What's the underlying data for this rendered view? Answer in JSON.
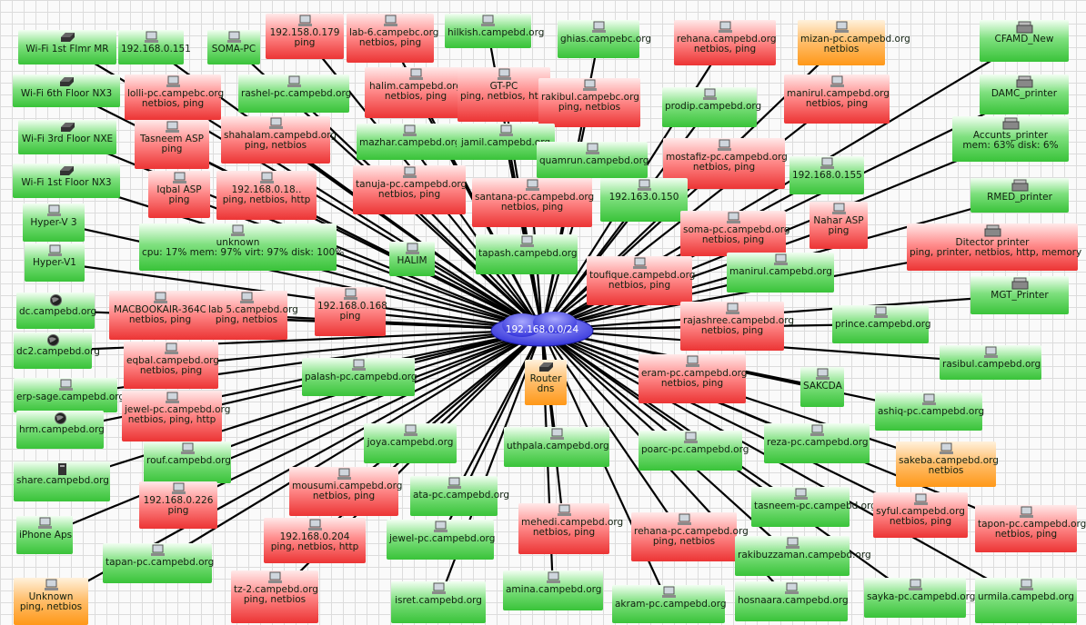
{
  "center": {
    "label": "192.168.0.0/24"
  },
  "nodes": [
    {
      "l1": "Wi-Fi 1st Flmr MR",
      "l2": "",
      "s": "g",
      "icon": "router-icon"
    },
    {
      "l1": "192.168.0.151",
      "l2": "",
      "s": "g",
      "icon": "computer-icon"
    },
    {
      "l1": "SOMA-PC",
      "l2": "",
      "s": "g",
      "icon": "computer-icon"
    },
    {
      "l1": "192.158.0.179",
      "l2": "ping",
      "s": "r",
      "icon": "computer-icon"
    },
    {
      "l1": "lab-6.campebc.org",
      "l2": "netbios, ping",
      "s": "r",
      "icon": "computer-icon"
    },
    {
      "l1": "hilkish.campebd.org",
      "l2": "",
      "s": "g",
      "icon": "computer-icon"
    },
    {
      "l1": "ghias.campebc.org",
      "l2": "",
      "s": "g",
      "icon": "computer-icon"
    },
    {
      "l1": "rehana.campebd.org",
      "l2": "netbios, ping",
      "s": "r",
      "icon": "computer-icon"
    },
    {
      "l1": "mizan-pc.campebd.org",
      "l2": "netbios",
      "s": "o",
      "icon": "computer-icon"
    },
    {
      "l1": "CFAMD_New",
      "l2": "",
      "s": "g",
      "icon": "printer-icon"
    },
    {
      "l1": "Wi-Fi 6th Floor NX3",
      "l2": "",
      "s": "g",
      "icon": "router-icon"
    },
    {
      "l1": "lolli-pc.campebc.org",
      "l2": "netbios, ping",
      "s": "r",
      "icon": "computer-icon"
    },
    {
      "l1": "rashel-pc.campebd.org",
      "l2": "",
      "s": "g",
      "icon": "computer-icon"
    },
    {
      "l1": "halim.campebd.org",
      "l2": "netbios, ping",
      "s": "r",
      "icon": "computer-icon"
    },
    {
      "l1": "GT-PC",
      "l2": "ping, netbios, http",
      "s": "r",
      "icon": "computer-icon"
    },
    {
      "l1": "rakibul.campebc.org",
      "l2": "ping, netbios",
      "s": "r",
      "icon": "computer-icon"
    },
    {
      "l1": "prodip.campebd.org",
      "l2": "",
      "s": "g",
      "icon": "computer-icon"
    },
    {
      "l1": "manirul.campebd.org",
      "l2": "netbios, ping",
      "s": "r",
      "icon": "computer-icon"
    },
    {
      "l1": "DAMC_printer",
      "l2": "",
      "s": "g",
      "icon": "printer-icon"
    },
    {
      "l1": "Wi-Fi 3rd Floor NXE",
      "l2": "",
      "s": "g",
      "icon": "router-icon"
    },
    {
      "l1": "Tasneem ASP",
      "l2": "ping",
      "s": "r",
      "icon": "computer-icon"
    },
    {
      "l1": "shahalam.campebd.org",
      "l2": "ping, netbios",
      "s": "r",
      "icon": "computer-icon"
    },
    {
      "l1": "mazhar.campebd.org",
      "l2": "",
      "s": "g",
      "icon": "computer-icon"
    },
    {
      "l1": "jamil.campebd.org",
      "l2": "",
      "s": "g",
      "icon": "computer-icon"
    },
    {
      "l1": "quamrun.campebd.org",
      "l2": "",
      "s": "g",
      "icon": "computer-icon"
    },
    {
      "l1": "mostafiz-pc.campebd.org",
      "l2": "netbios, ping",
      "s": "r",
      "icon": "computer-icon"
    },
    {
      "l1": "Accunts_printer",
      "l2": "mem: 63% disk: 6%",
      "s": "g",
      "icon": "printer-icon"
    },
    {
      "l1": "Wi-Fi 1st Floor NX3",
      "l2": "",
      "s": "g",
      "icon": "router-icon"
    },
    {
      "l1": "Iqbal ASP",
      "l2": "ping",
      "s": "r",
      "icon": "computer-icon"
    },
    {
      "l1": "192.168.0.18..",
      "l2": "ping, netbios, http",
      "s": "r",
      "icon": "computer-icon"
    },
    {
      "l1": "tanuja-pc.campebd.org",
      "l2": "netbios, ping",
      "s": "r",
      "icon": "computer-icon"
    },
    {
      "l1": "santana-pc.campebd.org",
      "l2": "netbios, ping",
      "s": "r",
      "icon": "computer-icon"
    },
    {
      "l1": "192.163.0.150",
      "l2": "",
      "s": "g",
      "icon": "computer-icon"
    },
    {
      "l1": "192.168.0.155",
      "l2": "",
      "s": "g",
      "icon": "computer-icon"
    },
    {
      "l1": "RMED_printer",
      "l2": "",
      "s": "g",
      "icon": "printer-icon"
    },
    {
      "l1": "Hyper-V 3",
      "l2": "",
      "s": "g",
      "icon": "computer-icon"
    },
    {
      "l1": "unknown",
      "l2": "cpu: 17% mem: 97% virt: 97% disk: 100%",
      "s": "g",
      "icon": "computer-icon"
    },
    {
      "l1": "HALIM",
      "l2": "",
      "s": "g",
      "icon": "computer-icon"
    },
    {
      "l1": "tapash.campebd.org",
      "l2": "",
      "s": "g",
      "icon": "computer-icon"
    },
    {
      "l1": "soma-pc.campebd.org",
      "l2": "netbios, ping",
      "s": "r",
      "icon": "computer-icon"
    },
    {
      "l1": "Nahar ASP",
      "l2": "ping",
      "s": "r",
      "icon": "computer-icon"
    },
    {
      "l1": "Ditector printer",
      "l2": "ping, printer, netbios, http, memory",
      "s": "r",
      "icon": "printer-icon"
    },
    {
      "l1": "Hyper-V1",
      "l2": "",
      "s": "g",
      "icon": "computer-icon"
    },
    {
      "l1": "toufique.campebd.org",
      "l2": "netbios, ping",
      "s": "r",
      "icon": "computer-icon"
    },
    {
      "l1": "manirul.campebd.org",
      "l2": "",
      "s": "g",
      "icon": "computer-icon"
    },
    {
      "l1": "MGT_Printer",
      "l2": "",
      "s": "g",
      "icon": "printer-icon"
    },
    {
      "l1": "dc.campebd.org",
      "l2": "",
      "s": "g",
      "icon": "globe-icon"
    },
    {
      "l1": "MACBOOKAIR-364C",
      "l2": "netbios, ping",
      "s": "r",
      "icon": "computer-icon"
    },
    {
      "l1": "lab 5.campebd.org",
      "l2": "ping, netbios",
      "s": "r",
      "icon": "computer-icon"
    },
    {
      "l1": "192.168.0.168",
      "l2": "ping",
      "s": "r",
      "icon": "computer-icon"
    },
    {
      "l1": "rajashree.campebd.org",
      "l2": "netbios, ping",
      "s": "r",
      "icon": "computer-icon"
    },
    {
      "l1": "prince.campebd.org",
      "l2": "",
      "s": "g",
      "icon": "computer-icon"
    },
    {
      "l1": "dc2.campebd.org",
      "l2": "",
      "s": "g",
      "icon": "globe-icon"
    },
    {
      "l1": "eqbal.campebd.org",
      "l2": "netbios, ping",
      "s": "r",
      "icon": "computer-icon"
    },
    {
      "l1": "rasibul.campebd.org",
      "l2": "",
      "s": "g",
      "icon": "computer-icon"
    },
    {
      "l1": "erp-sage.campebd.org",
      "l2": "",
      "s": "g",
      "icon": "computer-icon"
    },
    {
      "l1": "palash-pc.campebd.org",
      "l2": "",
      "s": "g",
      "icon": "computer-icon"
    },
    {
      "l1": "Router",
      "l2": "dns",
      "s": "o",
      "icon": "router-icon"
    },
    {
      "l1": "eram-pc.campebd.org",
      "l2": "netbios, ping",
      "s": "r",
      "icon": "computer-icon"
    },
    {
      "l1": "SAKCDA",
      "l2": "",
      "s": "g",
      "icon": "computer-icon"
    },
    {
      "l1": "jewel-pc.campebd.org",
      "l2": "netbios, ping, http",
      "s": "r",
      "icon": "computer-icon"
    },
    {
      "l1": "ashiq-pc.campebd.org",
      "l2": "",
      "s": "g",
      "icon": "computer-icon"
    },
    {
      "l1": "hrm.campebd.org",
      "l2": "",
      "s": "g",
      "icon": "globe-icon"
    },
    {
      "l1": "joya.campebd.org",
      "l2": "",
      "s": "g",
      "icon": "computer-icon"
    },
    {
      "l1": "rouf.campebd.org",
      "l2": "",
      "s": "g",
      "icon": "computer-icon"
    },
    {
      "l1": "uthpala.campebd.org",
      "l2": "",
      "s": "g",
      "icon": "computer-icon"
    },
    {
      "l1": "poarc-pc.campebd.org",
      "l2": "",
      "s": "g",
      "icon": "computer-icon"
    },
    {
      "l1": "reza-pc.campebd.org",
      "l2": "",
      "s": "g",
      "icon": "computer-icon"
    },
    {
      "l1": "sakeba.campebd.org",
      "l2": "netbios",
      "s": "o",
      "icon": "computer-icon"
    },
    {
      "l1": "share.campebd.org",
      "l2": "",
      "s": "g",
      "icon": "server-icon"
    },
    {
      "l1": "mousumi.campebd.org",
      "l2": "netbios, ping",
      "s": "r",
      "icon": "computer-icon"
    },
    {
      "l1": "ata-pc.campebd.org",
      "l2": "",
      "s": "g",
      "icon": "computer-icon"
    },
    {
      "l1": "192.168.0.226",
      "l2": "ping",
      "s": "r",
      "icon": "computer-icon"
    },
    {
      "l1": "tasneem-pc.campebd.org",
      "l2": "",
      "s": "g",
      "icon": "computer-icon"
    },
    {
      "l1": "syful.campebd.org",
      "l2": "netbios, ping",
      "s": "r",
      "icon": "computer-icon"
    },
    {
      "l1": "tapon-pc.campebd.org",
      "l2": "netbios, ping",
      "s": "r",
      "icon": "computer-icon"
    },
    {
      "l1": "iPhone Aps",
      "l2": "",
      "s": "g",
      "icon": "computer-icon"
    },
    {
      "l1": "192.168.0.204",
      "l2": "ping, netbios, http",
      "s": "r",
      "icon": "computer-icon"
    },
    {
      "l1": "jewel-pc.campebd.org",
      "l2": "",
      "s": "g",
      "icon": "computer-icon"
    },
    {
      "l1": "mehedi.campebd.org",
      "l2": "netbios, ping",
      "s": "r",
      "icon": "computer-icon"
    },
    {
      "l1": "rehana-pc.campebd.org",
      "l2": "ping, netbios",
      "s": "r",
      "icon": "computer-icon"
    },
    {
      "l1": "rakibuzzaman.campebd.org",
      "l2": "",
      "s": "g",
      "icon": "computer-icon"
    },
    {
      "l1": "tapan-pc.campebd.org",
      "l2": "",
      "s": "g",
      "icon": "computer-icon"
    },
    {
      "l1": "Unknown",
      "l2": "ping, netbios",
      "s": "o",
      "icon": "computer-icon"
    },
    {
      "l1": "tz-2.campebd.org",
      "l2": "ping, netbios",
      "s": "r",
      "icon": "computer-icon"
    },
    {
      "l1": "isret.campebd.org",
      "l2": "",
      "s": "g",
      "icon": "computer-icon"
    },
    {
      "l1": "amina.campebd.org",
      "l2": "",
      "s": "g",
      "icon": "computer-icon"
    },
    {
      "l1": "akram-pc.campebd.org",
      "l2": "",
      "s": "g",
      "icon": "computer-icon"
    },
    {
      "l1": "hosnaara.campebd.org",
      "l2": "",
      "s": "g",
      "icon": "computer-icon"
    },
    {
      "l1": "sayka-pc.campebd.org",
      "l2": "",
      "s": "g",
      "icon": "computer-icon"
    },
    {
      "l1": "urmila.campebd.org",
      "l2": "",
      "s": "g",
      "icon": "computer-icon"
    }
  ]
}
